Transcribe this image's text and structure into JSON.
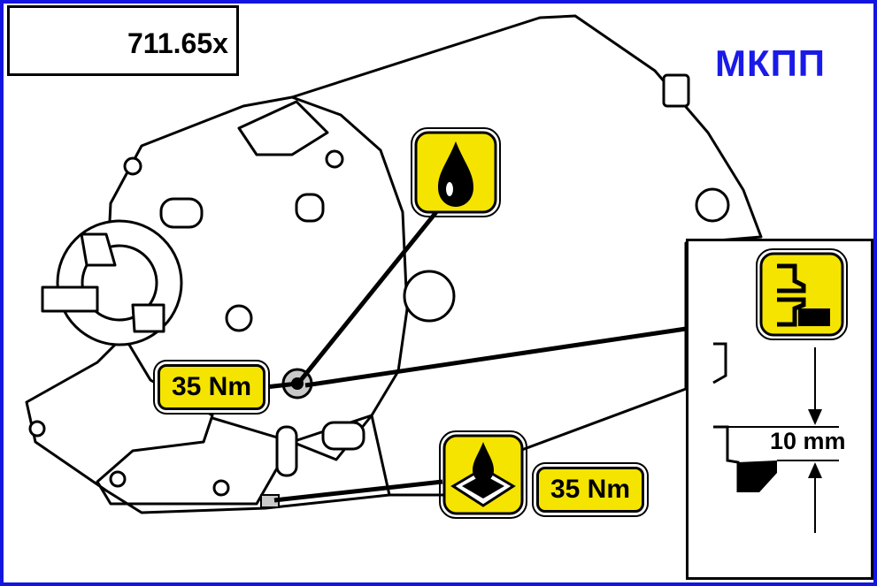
{
  "header": {
    "model_code": "711.65x",
    "title": "МКПП"
  },
  "callouts": {
    "torque_upper": "35 Nm",
    "torque_lower": "35 Nm",
    "fill_level": "10 mm"
  },
  "icons": {
    "model_icon": "gearbox-icon",
    "fill_icon": "oil-drop-icon",
    "drain_icon": "oil-pan-drop-icon",
    "level_icon": "fill-level-icon"
  },
  "colors": {
    "frame": "#1414e0",
    "title": "#1a1ae8",
    "tag": "#f5e400",
    "line": "#000000"
  }
}
